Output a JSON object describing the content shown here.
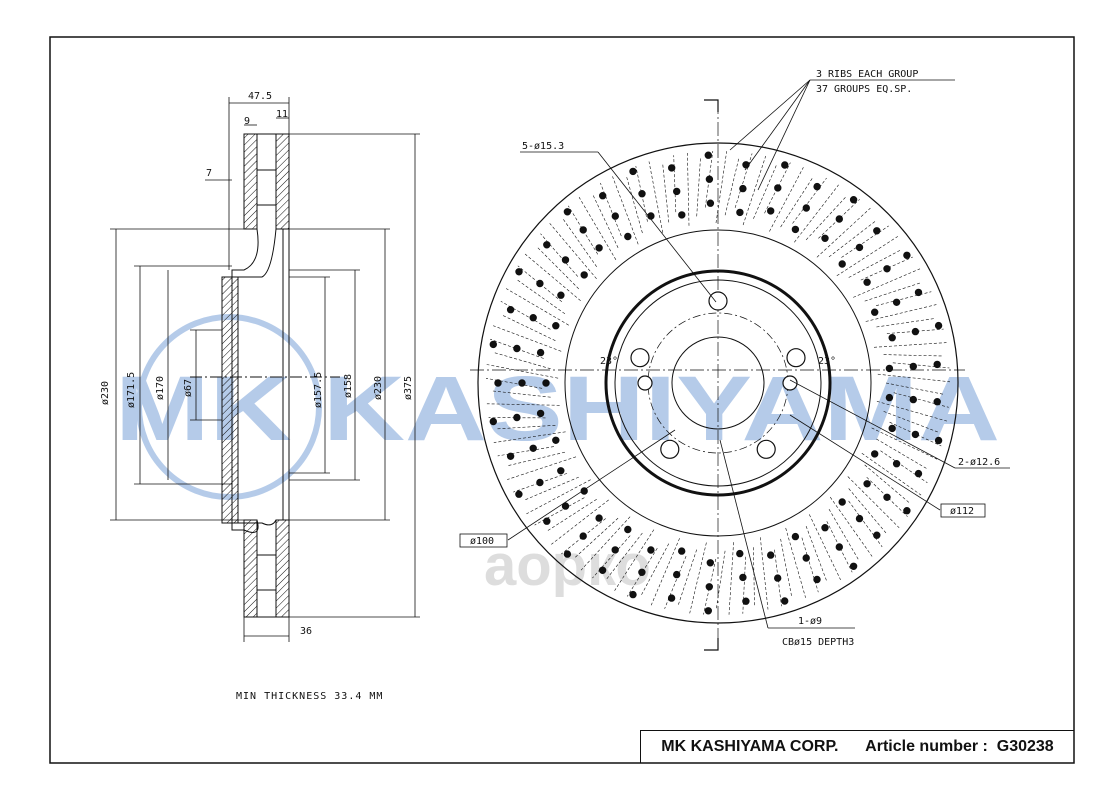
{
  "title_block": {
    "company": "MK KASHIYAMA CORP.",
    "article_label": "Article number",
    "separator": ":",
    "article_number": "G30238"
  },
  "watermark": {
    "text": "MK KASHIYAMA",
    "color": "#a9c3e6"
  },
  "watermark_secondary": {
    "text": "аорко",
    "color": "#d8d8d8"
  },
  "notes": {
    "min_thickness": "MIN THICKNESS 33.4 MM"
  },
  "section_view": {
    "dims": {
      "total_width": "47.5",
      "hat_offset": "9",
      "flange": "11",
      "hat_thk": "7",
      "total_thk": "36",
      "d230_left": "ø230",
      "d171_5": "ø171.5",
      "d170": "ø170",
      "d67": "ø67",
      "d157_5": "ø157.5",
      "d158": "ø158",
      "d230_right": "ø230",
      "d375": "ø375"
    }
  },
  "face_view": {
    "labels": {
      "ribs_line1": "3 RIBS EACH GROUP",
      "ribs_line2": "37 GROUPS EQ.SP.",
      "bolt_holes": "5-ø15.3",
      "angle_left": "23°",
      "angle_right": "23°",
      "pin_holes": "2-ø12.6",
      "pcd_112": "ø112",
      "pcd_100": "ø100",
      "screw_hole": "1-ø9",
      "counterbore": "CBø15 DEPTH3"
    }
  },
  "colors": {
    "line": "#111111",
    "hatch": "#111111"
  }
}
